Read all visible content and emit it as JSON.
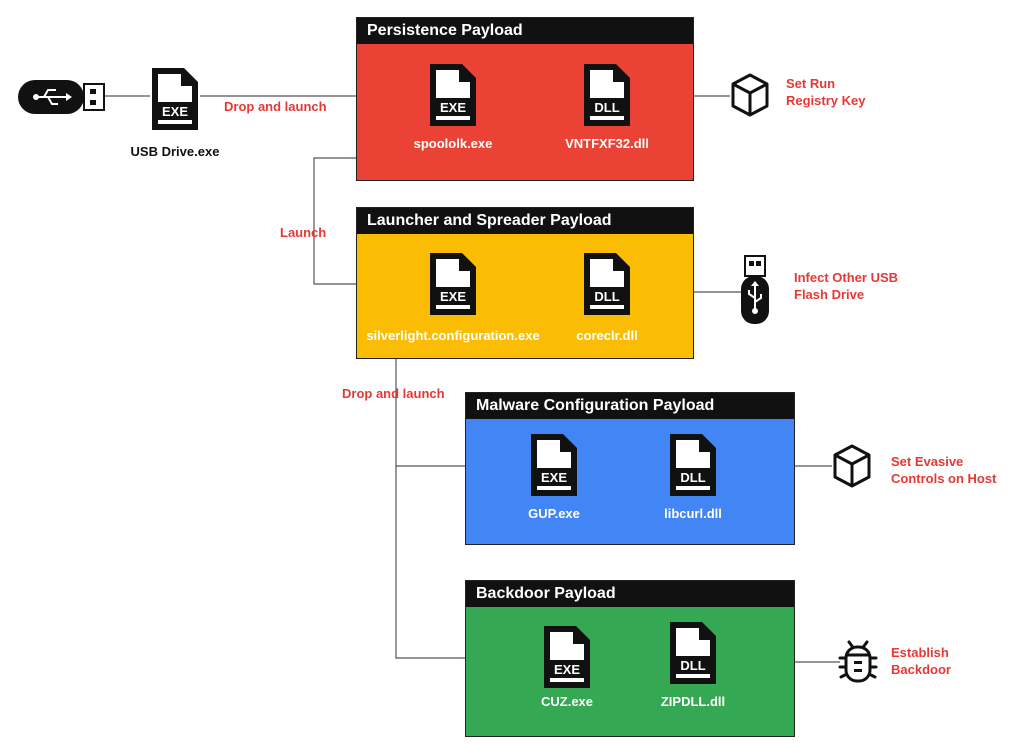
{
  "colors": {
    "persistence": "#ea4335",
    "launcher": "#fbbc04",
    "config": "#4285f4",
    "backdoor": "#34a853",
    "accent_red": "#e53935"
  },
  "usb_drive": {
    "file_type": "EXE",
    "label": "USB Drive.exe"
  },
  "edges": {
    "drop_and_launch_1": "Drop and launch",
    "launch": "Launch",
    "drop_and_launch_2": "Drop and launch"
  },
  "payloads": [
    {
      "title": "Persistence Payload",
      "exe_type": "EXE",
      "exe_name": "spoololk.exe",
      "dll_type": "DLL",
      "dll_name": "VNTFXF32.dll",
      "action": [
        "Set Run",
        "Registry Key"
      ],
      "action_icon": "cube-icon"
    },
    {
      "title": "Launcher and Spreader Payload",
      "exe_type": "EXE",
      "exe_name": "silverlight.configuration.exe",
      "dll_type": "DLL",
      "dll_name": "coreclr.dll",
      "action": [
        "Infect Other USB",
        "Flash Drive"
      ],
      "action_icon": "usb-flash-drive-icon"
    },
    {
      "title": "Malware Configuration Payload",
      "exe_type": "EXE",
      "exe_name": "GUP.exe",
      "dll_type": "DLL",
      "dll_name": "libcurl.dll",
      "action": [
        "Set Evasive",
        "Controls on Host"
      ],
      "action_icon": "cube-icon"
    },
    {
      "title": "Backdoor Payload",
      "exe_type": "EXE",
      "exe_name": "CUZ.exe",
      "dll_type": "DLL",
      "dll_name": "ZIPDLL.dll",
      "action": [
        "Establish",
        "Backdoor"
      ],
      "action_icon": "bug-icon"
    }
  ]
}
